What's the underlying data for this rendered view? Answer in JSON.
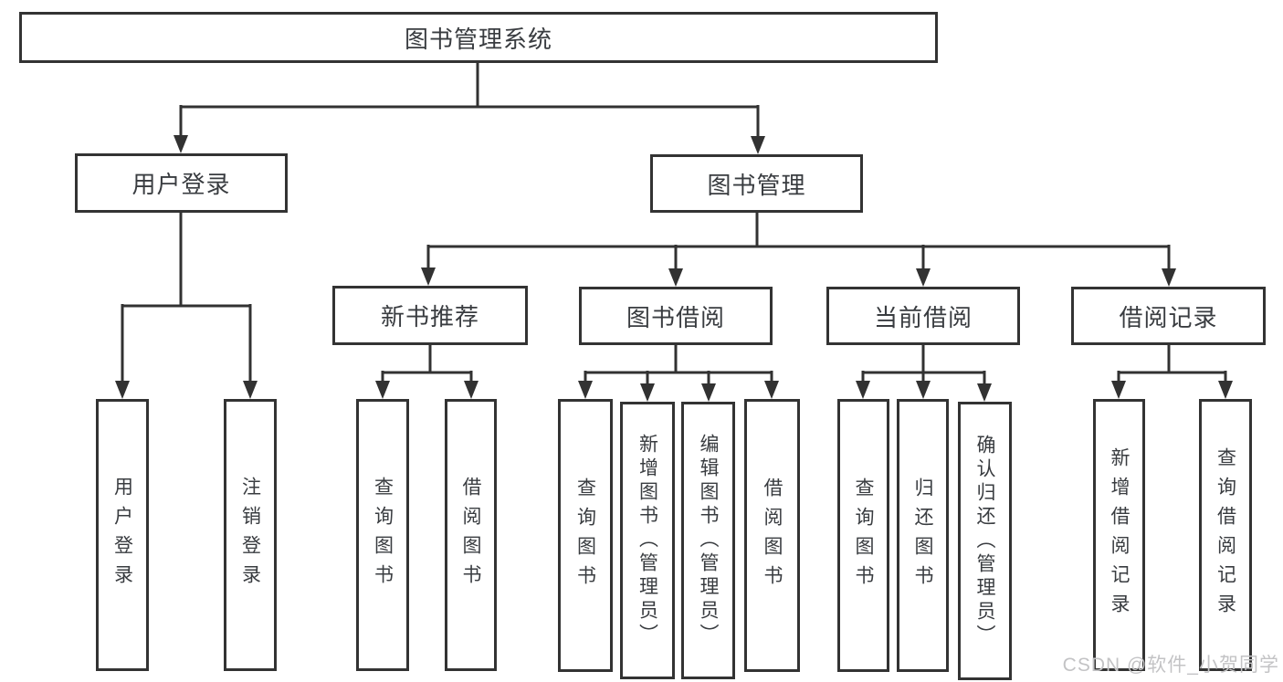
{
  "title": "图书管理系统",
  "tree": {
    "root": {
      "label": "图书管理系统"
    },
    "branches": [
      {
        "label": "用户登录",
        "children": [
          {
            "label": "用户登录"
          },
          {
            "label": "注销登录"
          }
        ]
      },
      {
        "label": "图书管理",
        "children": [
          {
            "label": "新书推荐",
            "children": [
              {
                "label": "查询图书"
              },
              {
                "label": "借阅图书"
              }
            ]
          },
          {
            "label": "图书借阅",
            "children": [
              {
                "label": "查询图书"
              },
              {
                "label": "新增图书（管理员）"
              },
              {
                "label": "编辑图书（管理员）"
              },
              {
                "label": "借阅图书"
              }
            ]
          },
          {
            "label": "当前借阅",
            "children": [
              {
                "label": "查询图书"
              },
              {
                "label": "归还图书"
              },
              {
                "label": "确认归还（管理员）"
              }
            ]
          },
          {
            "label": "借阅记录",
            "children": [
              {
                "label": "新增借阅记录"
              },
              {
                "label": "查询借阅记录"
              }
            ]
          }
        ]
      }
    ]
  },
  "watermark": "CSDN @软件_小贺同学",
  "colors": {
    "background": "#ffffff",
    "box_fill": "#ffffff",
    "box_border": "#333333",
    "line": "#323232",
    "text": "#393c40",
    "watermark": "#c3c3c5"
  }
}
